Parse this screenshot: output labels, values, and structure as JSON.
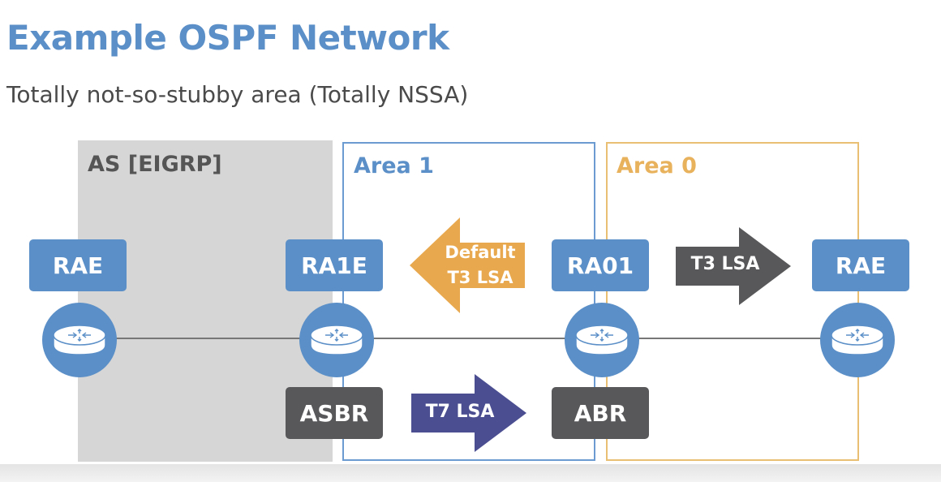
{
  "title": "Example OSPF Network",
  "subtitle": "Totally not-so-stubby area (Totally NSSA)",
  "zones": {
    "as": "AS [EIGRP]",
    "area1": "Area 1",
    "area0": "Area 0"
  },
  "routers": {
    "r1": "RAE",
    "r2": "RA1E",
    "r3": "RA01",
    "r4": "RAE"
  },
  "roles": {
    "asbr": "ASBR",
    "abr": "ABR"
  },
  "arrows": {
    "default_t3_line1": "Default",
    "default_t3_line2": "T3 LSA",
    "t3": "T3 LSA",
    "t7": "T7 LSA"
  },
  "colors": {
    "blue": "#5b8fc7",
    "orange": "#e8a94e",
    "dark": "#58585a",
    "indigo": "#4b4f92",
    "as_gray": "#d6d6d6"
  },
  "icons": [
    "router-icon"
  ]
}
